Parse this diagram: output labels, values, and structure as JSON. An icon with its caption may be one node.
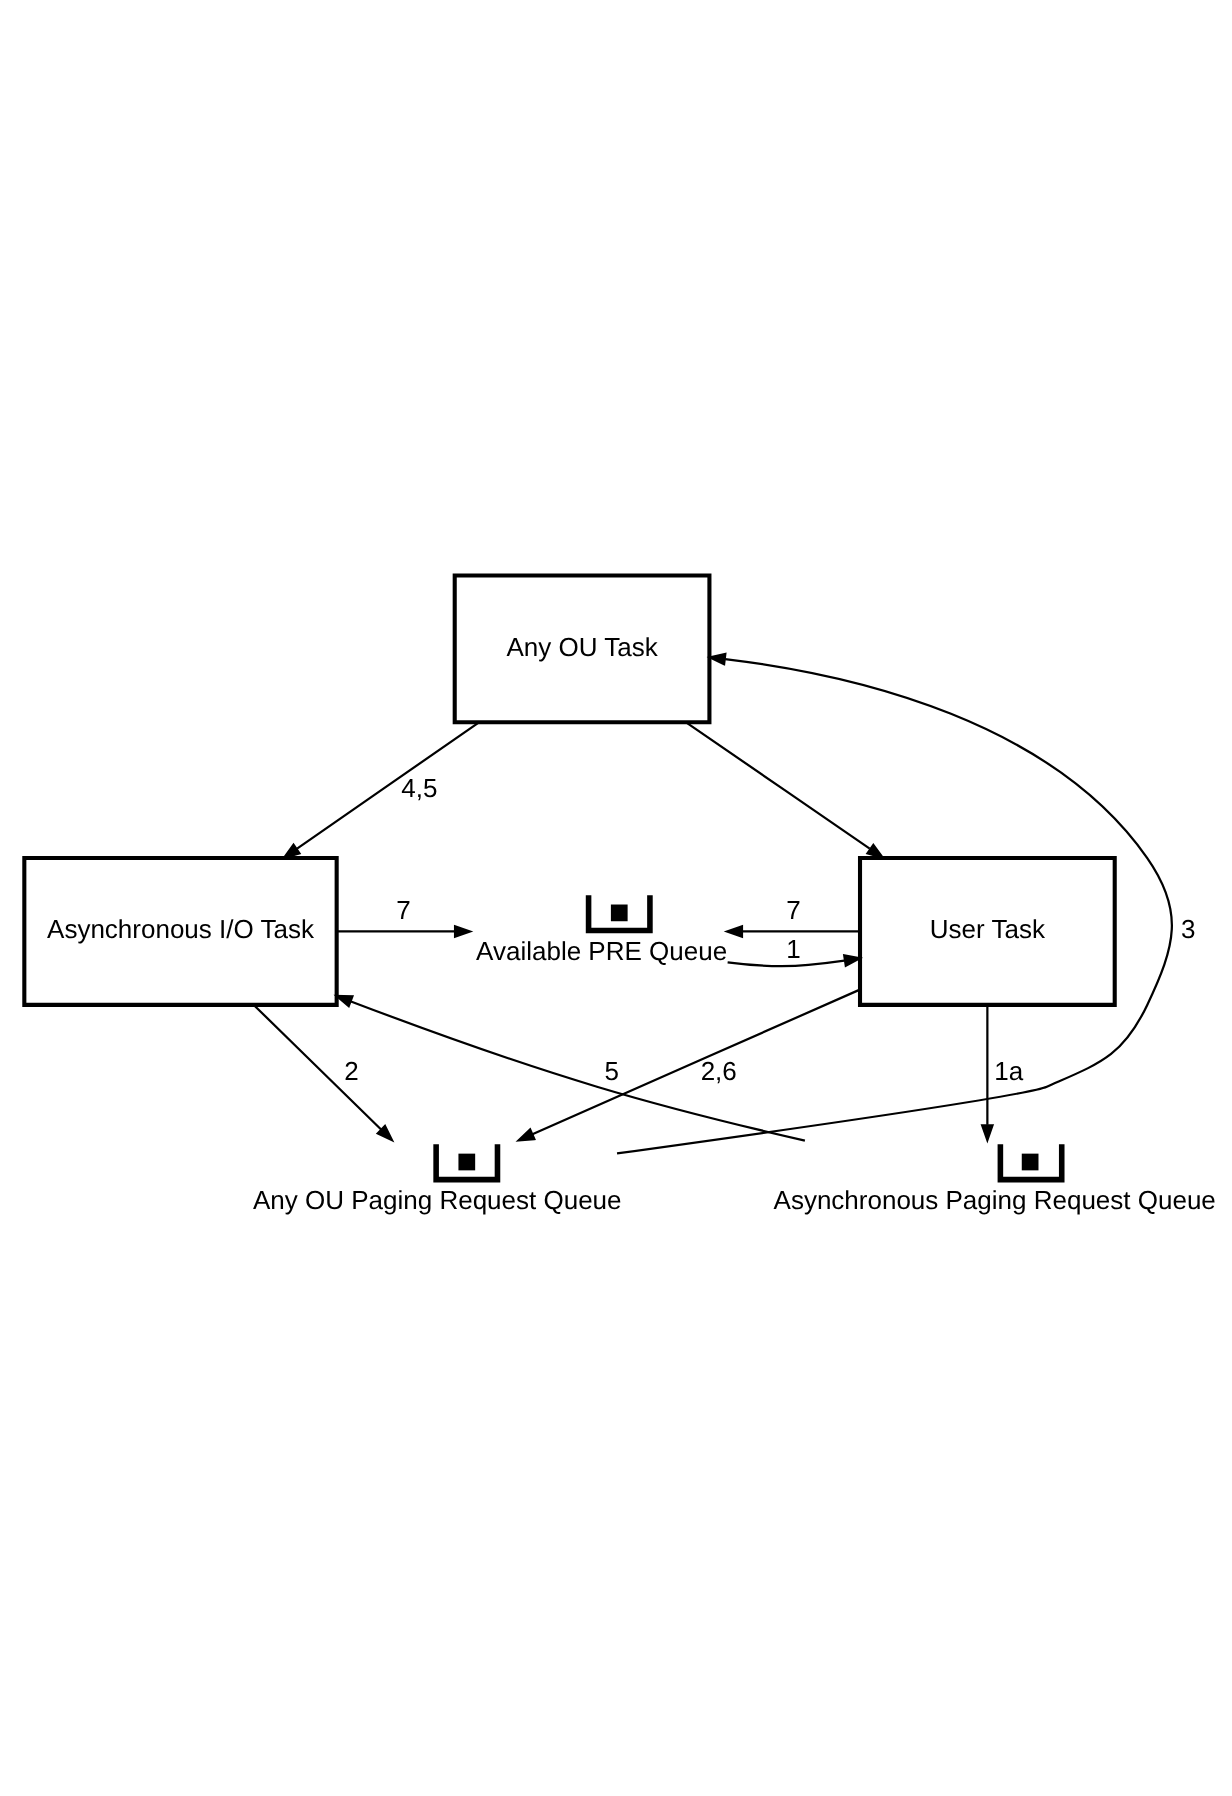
{
  "diagram": {
    "nodes": [
      {
        "text": [
          "Any OU Task"
        ]
      },
      {
        "text": [
          "Asynchronous I/O Task"
        ]
      },
      {
        "text": [
          "User Task"
        ]
      },
      {
        "text": [
          "Available PRE Queue"
        ]
      },
      {
        "text": [
          "Asynchronous Paging Request Queue"
        ]
      },
      {
        "text": [
          "Any OU Paging Request Queue"
        ]
      }
    ],
    "edges": [
      {
        "from": 0,
        "to": 1,
        "arrow": "to",
        "label": "4,5"
      },
      {
        "from": 0,
        "to": 2,
        "arrow": "to"
      },
      {
        "from": 1,
        "to": 3,
        "arrow": "to",
        "label": "7"
      },
      {
        "from": 2,
        "to": 3,
        "arrow": "to",
        "label": "7"
      },
      {
        "from": 3,
        "to": 2,
        "arrow": "to",
        "label": "1"
      },
      {
        "from": 2,
        "to": 4,
        "arrow": "to",
        "label": "1a"
      },
      {
        "from": 4,
        "to": 1,
        "arrow": "to",
        "label": "5"
      },
      {
        "from": 1,
        "to": 5,
        "arrow": "to",
        "label": "2"
      },
      {
        "from": 2,
        "to": 5,
        "arrow": "to",
        "label": "2,6"
      },
      {
        "from": 5,
        "to": 0,
        "arrow": "to",
        "label": "3"
      }
    ]
  }
}
